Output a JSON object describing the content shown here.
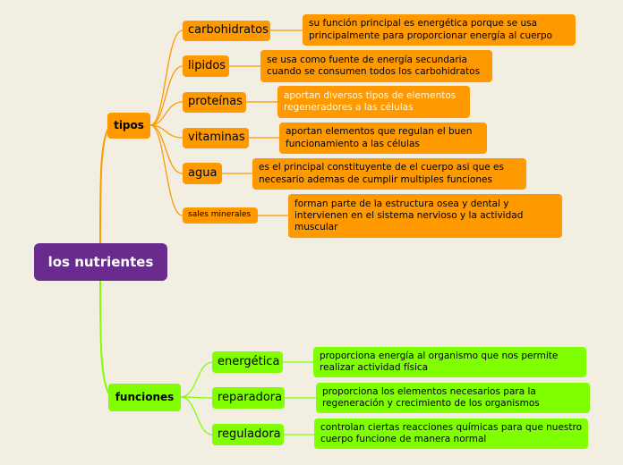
{
  "root": {
    "label": "los nutrientes"
  },
  "branches": {
    "tipos": {
      "label": "tipos",
      "items": [
        {
          "label": "carbohidratos",
          "desc": "su función principal es energética porque se usa principalmente para proporcionar energía al cuerpo"
        },
        {
          "label": "lipidos",
          "desc": "se usa como fuente de energía secundaria cuando se consumen todos los carbohidratos"
        },
        {
          "label": "proteínas",
          "desc": "aportan diversos tipos de elementos regeneradores a las células"
        },
        {
          "label": "vitaminas",
          "desc": "aportan elementos que regulan el buen funcionamiento a las células"
        },
        {
          "label": "agua",
          "desc": "es el principal constituyente de el cuerpo asi que es necesario ademas de cumplir multiples funciones"
        },
        {
          "label": "sales minerales",
          "desc": "forman parte de la estructura osea y dental y intervienen en el sistema nervioso y la actividad muscular"
        }
      ]
    },
    "funciones": {
      "label": "funciones",
      "items": [
        {
          "label": "energética",
          "desc": "proporciona energía al organismo que nos permite realizar actividad física"
        },
        {
          "label": "reparadora",
          "desc": "proporciona los elementos necesarios para la regeneración y crecimiento de los organismos"
        },
        {
          "label": "reguladora",
          "desc": "controlan ciertas reacciones químicas para que nuestro cuerpo funcione de manera normal"
        }
      ]
    }
  },
  "colors": {
    "background": "#f2efe2",
    "root": "#6a2b8e",
    "tipos_branch": "#ff9900",
    "funciones_branch": "#80ff00"
  }
}
